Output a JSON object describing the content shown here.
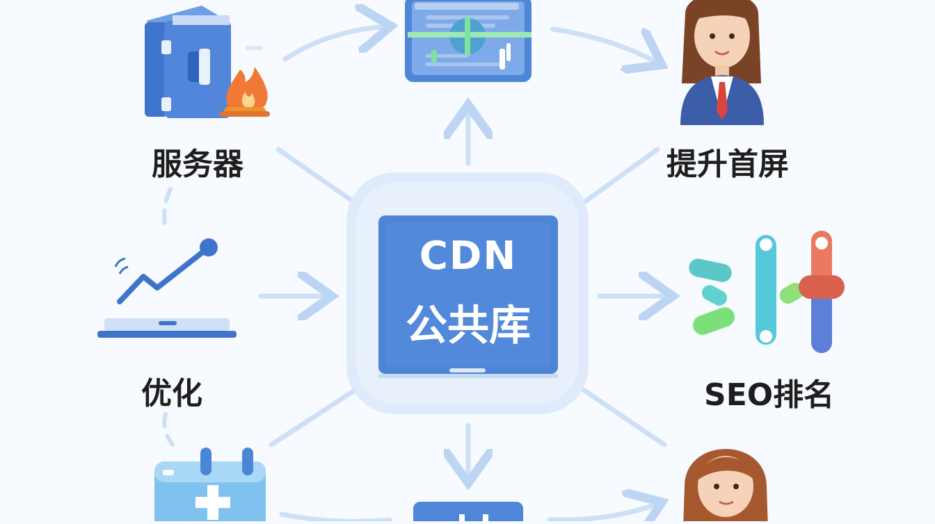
{
  "center": {
    "title": "CDN",
    "subtitle": "公共库"
  },
  "nodes": {
    "server": "服务器",
    "first_screen": "提升首屏",
    "optimize": "优化",
    "seo": "SEO排名"
  },
  "colors": {
    "background": "#f7fafe",
    "primary_blue": "#4a7fd6",
    "light_blue": "#cfe0f7",
    "arrow": "#bcd5f3",
    "flame": "#f07a35"
  }
}
